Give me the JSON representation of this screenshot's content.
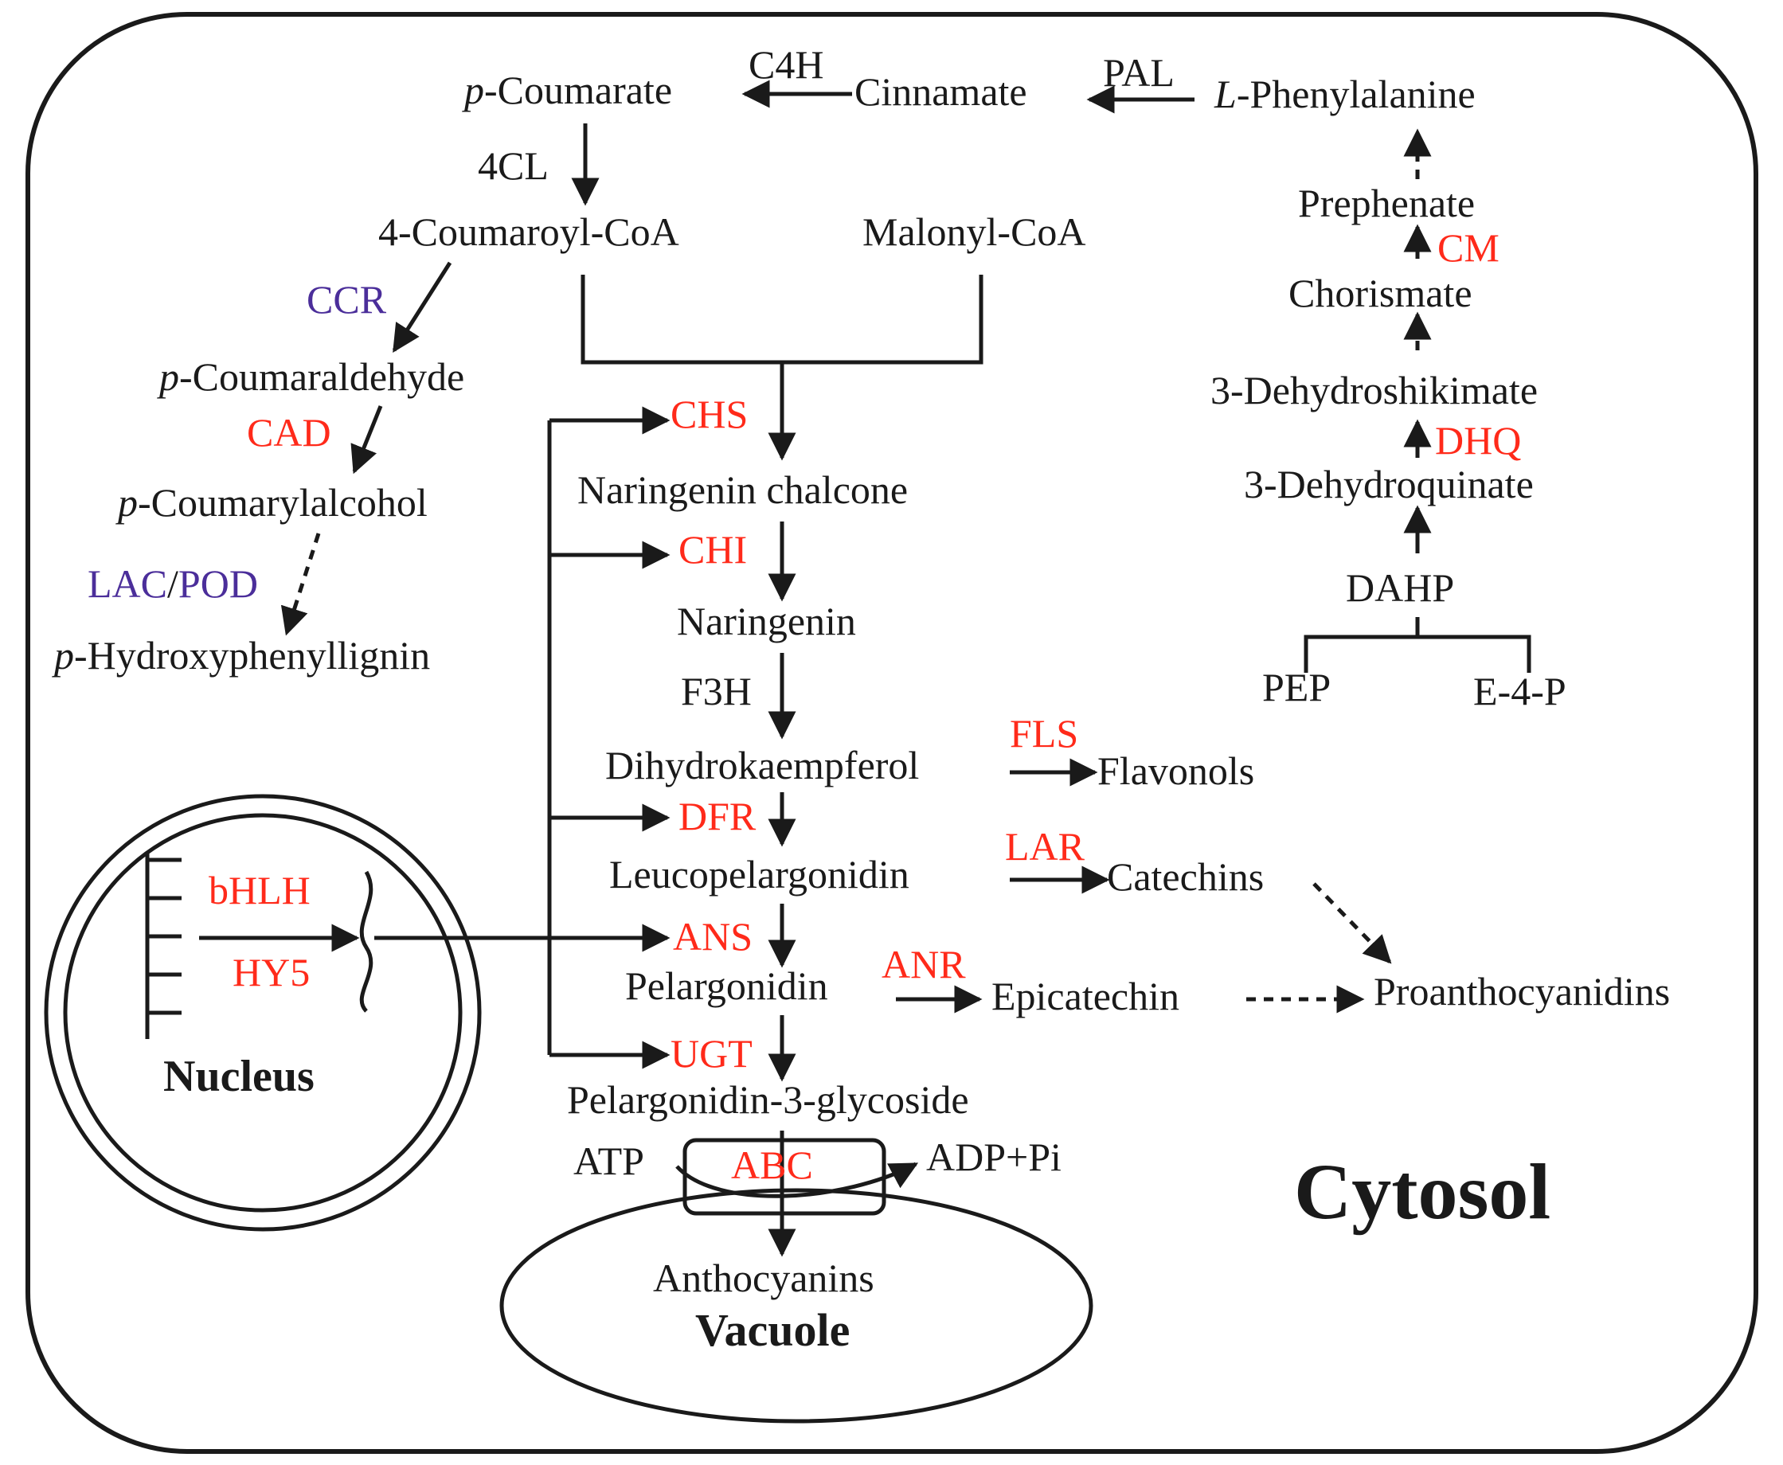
{
  "colors": {
    "black": "#1a1a1a",
    "red": "#ff2a1a",
    "purple": "#4b2e9a"
  },
  "compartments": {
    "cytosol": "Cytosol",
    "nucleus": "Nucleus",
    "vacuole": "Vacuole"
  },
  "metabolites": {
    "p_coumarate_italic": "p",
    "p_coumarate_rest": "-Coumarate",
    "cinnamate": "Cinnamate",
    "l_phe_italic": "L",
    "l_phe_rest": "-Phenylalanine",
    "coumaroyl_coa": "4-Coumaroyl-CoA",
    "malonyl_coa": "Malonyl-CoA",
    "prephenate": "Prephenate",
    "chorismate": "Chorismate",
    "dehydroshikimate": "3-Dehydroshikimate",
    "dehydroquinate": "3-Dehydroquinate",
    "dahp": "DAHP",
    "pep": "PEP",
    "e4p": "E-4-P",
    "coumaraldehyde_italic": "p",
    "coumaraldehyde_rest": "-Coumaraldehyde",
    "coumarylalcohol_italic": "p",
    "coumarylalcohol_rest": "-Coumarylalcohol",
    "lignin_italic": "p",
    "lignin_rest": "-Hydroxyphenyllignin",
    "naringenin_chalcone": "Naringenin chalcone",
    "naringenin": "Naringenin",
    "dihydrokaempferol": "Dihydrokaempferol",
    "flavonols": "Flavonols",
    "leucopelargonidin": "Leucopelargonidin",
    "catechins": "Catechins",
    "pelargonidin": "Pelargonidin",
    "epicatechin": "Epicatechin",
    "proanthocyanidins": "Proanthocyanidins",
    "pel_3_glycoside": "Pelargonidin-3-glycoside",
    "atp": "ATP",
    "adp_pi": "ADP+Pi",
    "anthocyanins": "Anthocyanins"
  },
  "enzymes": {
    "c4h": "C4H",
    "pal": "PAL",
    "cl4": "4CL",
    "cm": "CM",
    "dhq": "DHQ",
    "ccr": "CCR",
    "cad": "CAD",
    "lac": "LAC",
    "slash": "/",
    "pod": "POD",
    "chs": "CHS",
    "chi": "CHI",
    "f3h": "F3H",
    "fls": "FLS",
    "dfr": "DFR",
    "lar": "LAR",
    "ans": "ANS",
    "anr": "ANR",
    "ugt": "UGT",
    "abc": "ABC",
    "bhlh": "bHLH",
    "hy5": "HY5"
  }
}
